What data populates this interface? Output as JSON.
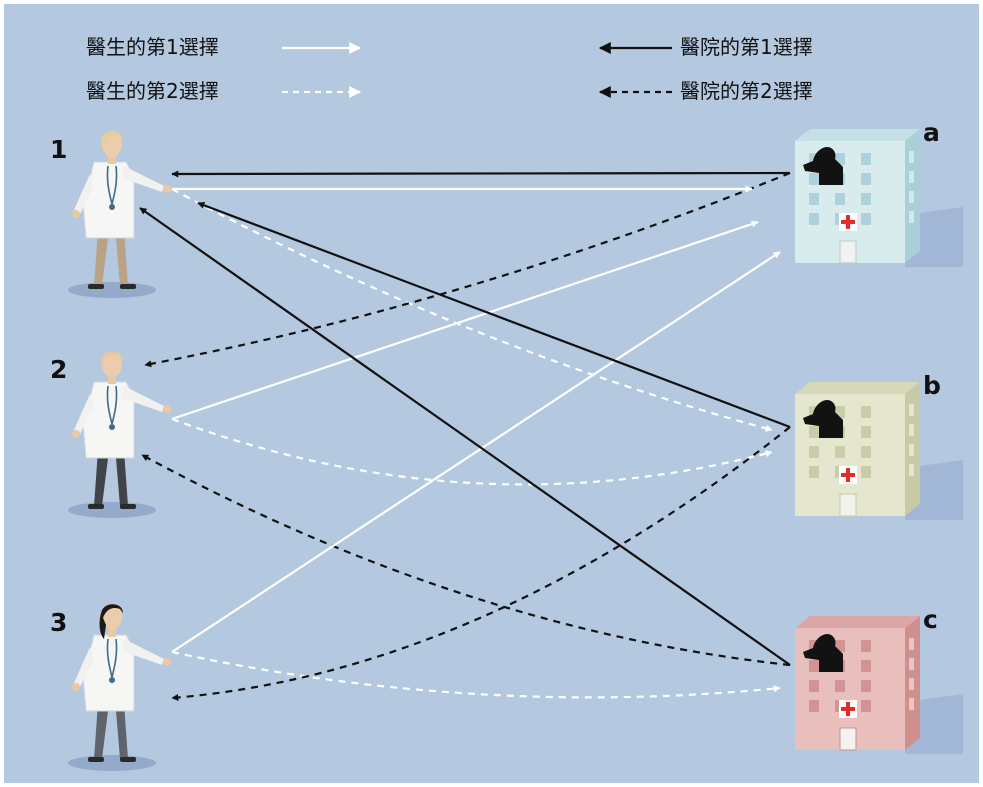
{
  "legend": {
    "doctor_first": "醫生的第1選擇",
    "doctor_second": "醫生的第2選擇",
    "hospital_first": "醫院的第1選擇",
    "hospital_second": "醫院的第2選擇"
  },
  "doctors": [
    {
      "id": "1",
      "hair": "#e6cf95",
      "pants": "#b8a387"
    },
    {
      "id": "2",
      "hair": "#e8c8a0",
      "pants": "#404448"
    },
    {
      "id": "3",
      "hair": "#1e1a16",
      "pants": "#5e646a"
    }
  ],
  "hospitals": [
    {
      "id": "a",
      "wall": "#d8ecee",
      "side": "#a9cfd8",
      "roof": "#c4e0e6"
    },
    {
      "id": "b",
      "wall": "#e4e6cd",
      "side": "#c7caa5",
      "roof": "#d6d8b8"
    },
    {
      "id": "c",
      "wall": "#e9bfbd",
      "side": "#cf8f8d",
      "roof": "#dca6a4"
    }
  ],
  "colors": {
    "background": "#b4c8e0",
    "doctor_arrow": "#ffffff",
    "hospital_arrow": "#111111"
  },
  "arrows": {
    "doctor_first": [
      {
        "from": "1",
        "to": "a"
      },
      {
        "from": "2",
        "to": "a"
      },
      {
        "from": "3",
        "to": "a"
      }
    ],
    "doctor_second": [
      {
        "from": "1",
        "to": "b"
      },
      {
        "from": "2",
        "to": "b"
      },
      {
        "from": "3",
        "to": "c"
      }
    ],
    "hospital_first": [
      {
        "from": "a",
        "to": "1"
      },
      {
        "from": "b",
        "to": "1"
      },
      {
        "from": "c",
        "to": "1"
      }
    ],
    "hospital_second": [
      {
        "from": "a",
        "to": "2"
      },
      {
        "from": "b",
        "to": "3"
      },
      {
        "from": "c",
        "to": "2"
      }
    ]
  }
}
